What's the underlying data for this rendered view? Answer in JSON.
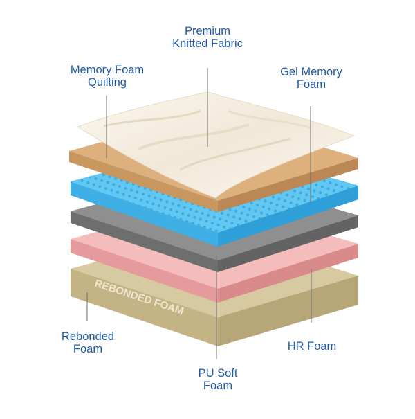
{
  "layers": [
    {
      "key": "premium",
      "lines": [
        "Premium",
        "Knitted Fabric"
      ]
    },
    {
      "key": "memory",
      "lines": [
        "Memory Foam",
        "Quilting"
      ]
    },
    {
      "key": "gel",
      "lines": [
        "Gel Memory",
        "Foam"
      ]
    },
    {
      "key": "rebonded",
      "lines": [
        "Rebonded",
        "Foam"
      ]
    },
    {
      "key": "hr",
      "lines": [
        "HR Foam"
      ]
    },
    {
      "key": "pu",
      "lines": [
        "PU Soft",
        "Foam"
      ]
    }
  ],
  "rebonded_imprint": "REBONDED FOAM",
  "colors": {
    "label": "#1f5aa8",
    "fabric": "#f7f1e6",
    "memory_foam": "#d9a877",
    "gel_foam": "#5cc6f0",
    "pu_foam": "#8c8c8c",
    "hr_foam": "#f2b3b4",
    "rebonded_foam": "#c8b88c"
  }
}
